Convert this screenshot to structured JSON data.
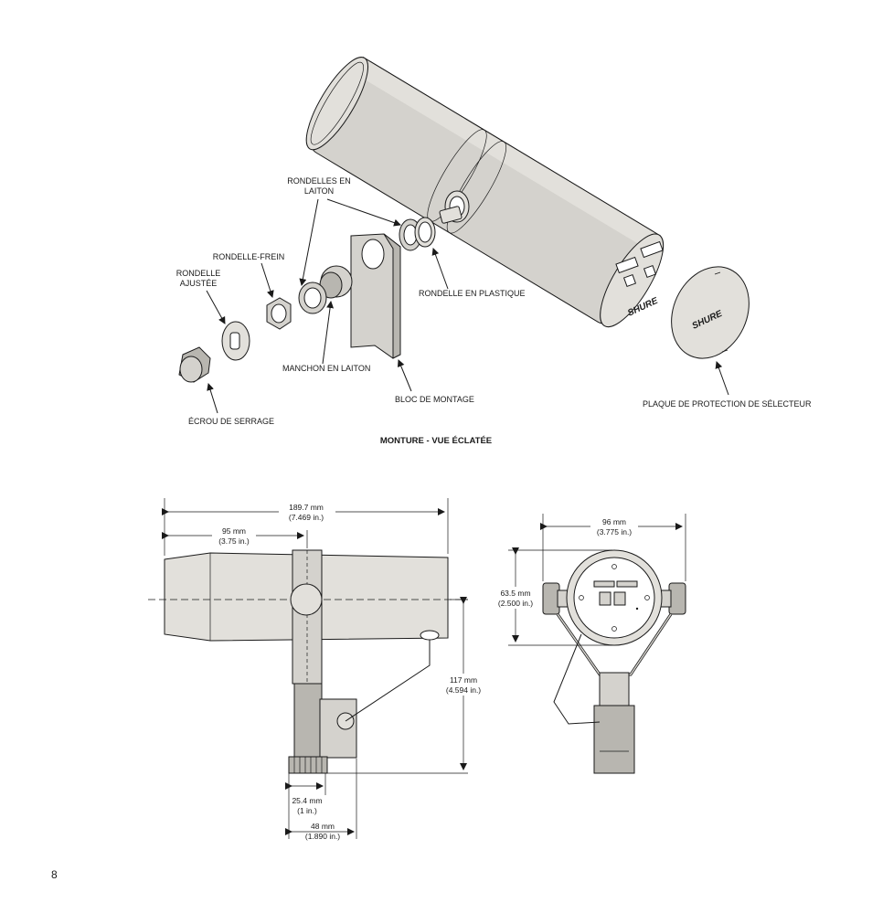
{
  "exploded": {
    "title": "MONTURE - VUE ÉCLATÉE",
    "labels": {
      "rondelles_laiton_1": "RONDELLES EN",
      "rondelles_laiton_2": "LAITON",
      "rondelle_frein": "RONDELLE-FREIN",
      "rondelle_ajustee_1": "RONDELLE",
      "rondelle_ajustee_2": "AJUSTÉE",
      "rondelle_plastique": "RONDELLE EN PLASTIQUE",
      "manchon": "MANCHON EN LAITON",
      "bloc": "BLOC DE MONTAGE",
      "ecrou": "ÉCROU DE SERRAGE",
      "plaque": "PLAQUE DE PROTECTION DE SÉLECTEUR"
    },
    "brand": "SHURE"
  },
  "dimensions": {
    "length_mm": "189.7 mm",
    "length_in": "(7.469 in.)",
    "pivot_mm": "95 mm",
    "pivot_in": "(3.75 in.)",
    "height_mm": "117 mm",
    "height_in": "(4.594 in.)",
    "nut_mm": "25.4 mm",
    "nut_in": "(1 in.)",
    "block_mm": "48 mm",
    "block_in": "(1.890 in.)",
    "width_mm": "96 mm",
    "width_in": "(3.775 in.)",
    "diam_mm": "63.5 mm",
    "diam_in": "(2.500 in.)"
  },
  "page_number": "8"
}
